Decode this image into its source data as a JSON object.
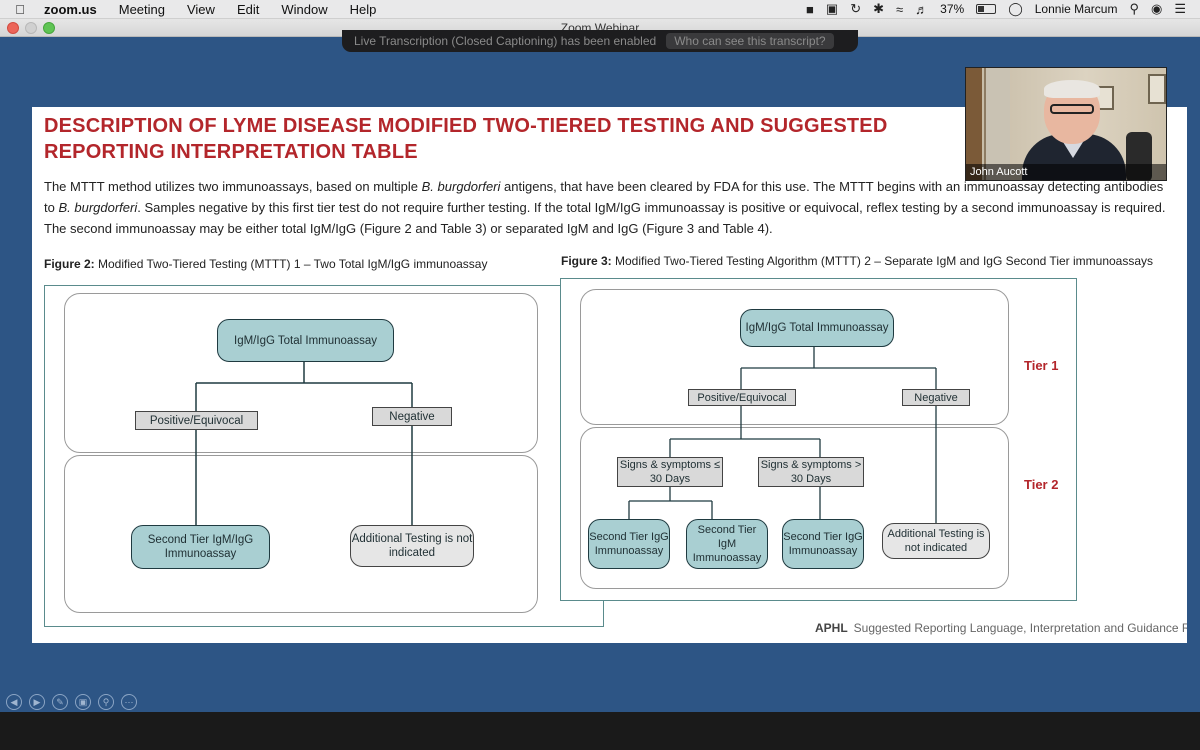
{
  "menubar": {
    "app": "zoom.us",
    "items": [
      "Meeting",
      "View",
      "Edit",
      "Window",
      "Help"
    ],
    "battery": "37%",
    "user": "Lonnie Marcum"
  },
  "window": {
    "title": "Zoom Webinar"
  },
  "banner": {
    "text": "Live Transcription (Closed Captioning) has been enabled",
    "button": "Who can see this transcript?"
  },
  "slide": {
    "title": "DESCRIPTION OF LYME DISEASE MODIFIED TWO-TIERED TESTING AND SUGGESTED REPORTING INTERPRETATION TABLE",
    "body_a": "The MTTT method utilizes two immunoassays, based on multiple ",
    "body_b": "B. burgdorferi",
    "body_c": " antigens, that have been cleared by FDA for this use. The MTTT begins with an immunoassay detecting antibodies to ",
    "body_d": "B. burgdorferi",
    "body_e": ". Samples negative by this first tier test do not require further testing. If the total IgM/IgG immunoassay is positive or equivocal, reflex testing by a second immunoassay is required. The second immunoassay may be either total IgM/IgG (Figure 2 and Table 3) or separated IgM and IgG (Figure 3 and Table 4).",
    "fig2": {
      "label": "Figure 2:",
      "caption": " Modified Two-Tiered Testing (MTTT) 1 – Two Total IgM/IgG immunoassay",
      "total": "IgM/IgG Total Immunoassay",
      "positive": "Positive/Equivocal",
      "negative": "Negative",
      "second": "Second Tier IgM/IgG Immunoassay",
      "additional": "Additional Testing is not indicated"
    },
    "fig3": {
      "label": "Figure 3:",
      "caption": " Modified Two-Tiered Testing Algorithm (MTTT) 2 – Separate IgM and IgG Second Tier immunoassays",
      "total": "IgM/IgG Total Immunoassay",
      "positive": "Positive/Equivocal",
      "negative": "Negative",
      "signs_le": "Signs & symptoms ≤ 30 Days",
      "signs_gt": "Signs & symptoms > 30 Days",
      "igg1": "Second Tier IgG Immunoassay",
      "igm": "Second Tier IgM Immunoassay",
      "igg2": "Second Tier IgG Immunoassay",
      "additional": "Additional Testing is not indicated",
      "tier1": "Tier 1",
      "tier2": "Tier 2"
    },
    "footer_brand": "APHL",
    "footer_text": "Suggested Reporting Language, Interpretation and Guidance Regarding Lyme Disease"
  },
  "video": {
    "name": "John Aucott"
  },
  "icons": {
    "menubar": [
      "apple-icon",
      "zoom-icon",
      "screen-share-icon",
      "time-machine-icon",
      "bluetooth-icon",
      "wifi-icon",
      "volume-icon",
      "battery-icon",
      "user-icon",
      "search-icon",
      "siri-icon",
      "notification-center-icon"
    ],
    "controls": [
      "previous-icon",
      "next-icon",
      "pen-icon",
      "presenter-icon",
      "zoom-icon",
      "more-icon"
    ]
  },
  "colors": {
    "title_red": "#b3262b",
    "node_teal": "#a9cfd2",
    "background": "#2d5585"
  }
}
